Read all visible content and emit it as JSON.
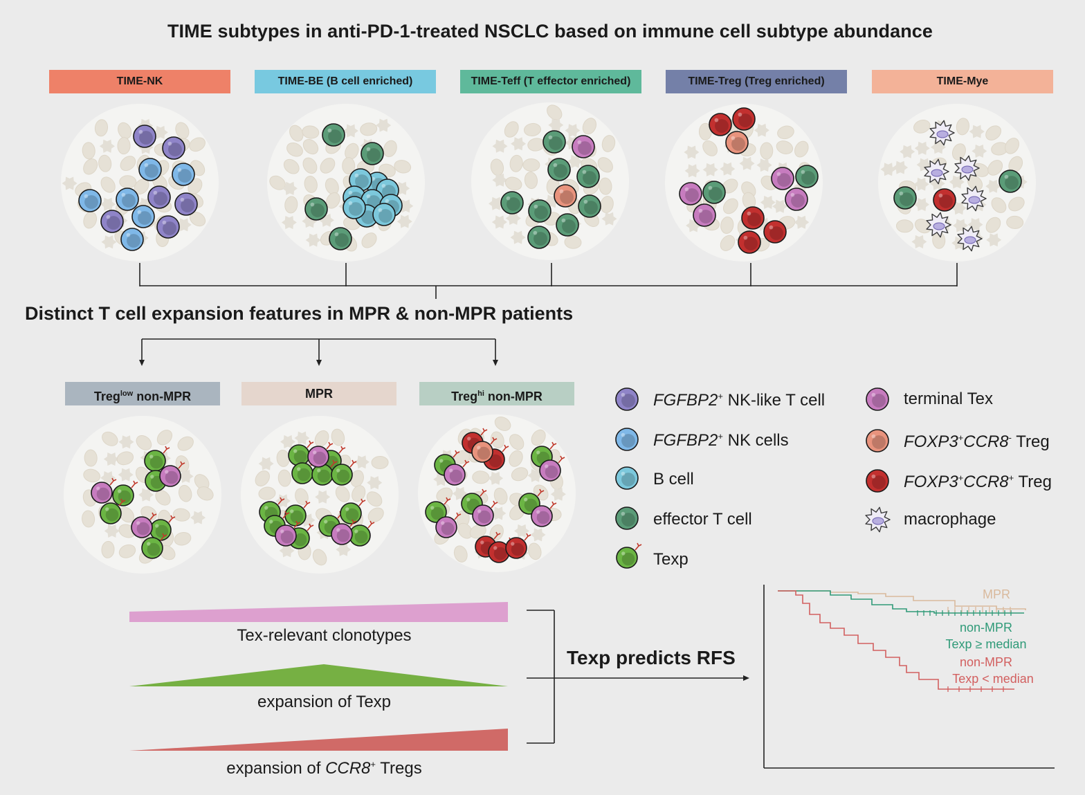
{
  "title": "TIME subtypes in anti-PD-1-treated NSCLC based on immune cell subtype abundance",
  "subtypes": [
    {
      "label": "TIME-NK",
      "color": "#ee8168"
    },
    {
      "label": "TIME-BE (B cell enriched)",
      "color": "#78c9e0"
    },
    {
      "label": "TIME-Teff (T effector enriched)",
      "color": "#5fb99b"
    },
    {
      "label": "TIME-Treg (Treg enriched)",
      "color": "#7480a8"
    },
    {
      "label": "TIME-Mye",
      "color": "#f3b298"
    }
  ],
  "section2_title": "Distinct T cell expansion features in MPR & non-MPR patients",
  "groups": [
    {
      "prefix": "Treg",
      "sup": "low",
      "suffix": " non-MPR",
      "color": "#aab5bf"
    },
    {
      "prefix": "MPR",
      "sup": "",
      "suffix": "",
      "color": "#e5d6cd"
    },
    {
      "prefix": "Treg",
      "sup": "hi",
      "suffix": " non-MPR",
      "color": "#b8cfc4"
    }
  ],
  "legend": [
    {
      "italic": "FGFBP2",
      "sup": "+",
      "text": " NK-like T cell",
      "icon": "nk-t-cell"
    },
    {
      "italic": "FGFBP2",
      "sup": "+",
      "text": " NK cells",
      "icon": "nk-cell"
    },
    {
      "italic": "",
      "sup": "",
      "text": "B cell",
      "icon": "b-cell"
    },
    {
      "italic": "",
      "sup": "",
      "text": "effector T cell",
      "icon": "effector-t-cell"
    },
    {
      "italic": "",
      "sup": "",
      "text": "Texp",
      "icon": "texp"
    },
    {
      "italic": "",
      "sup": "",
      "text": "terminal Tex",
      "icon": "terminal-tex"
    },
    {
      "italic": "FOXP3",
      "sup": "+",
      "italic2": "CCR8",
      "sup2": "-",
      "text": " Treg",
      "icon": "treg-ccr8-neg"
    },
    {
      "italic": "FOXP3",
      "sup": "+",
      "italic2": "CCR8",
      "sup2": "+",
      "text": " Treg",
      "icon": "treg-ccr8-pos"
    },
    {
      "italic": "",
      "sup": "",
      "text": "macrophage",
      "icon": "macrophage"
    }
  ],
  "trends": [
    {
      "text": "Tex-relevant clonotypes",
      "color": "#dda0cf"
    },
    {
      "text": "expansion of Texp",
      "color": "#76b043"
    },
    {
      "prefix": "expansion of ",
      "italic": "CCR8",
      "sup": "+",
      "suffix": " Tregs",
      "color": "#d06a67"
    }
  ],
  "predict_label": "Texp predicts RFS",
  "km_labels": {
    "mpr": "MPR",
    "nonmpr_high_1": "non-MPR",
    "nonmpr_high_2": "Texp ≥ median",
    "nonmpr_low_1": "non-MPR",
    "nonmpr_low_2": "Texp < median"
  },
  "colors": {
    "nk_t_cell": "#8f84c8",
    "nk_cell": "#7fb8e8",
    "b_cell": "#7cc8dc",
    "effector_t": "#5b9c78",
    "texp": "#6bb544",
    "terminal_tex": "#c77cbf",
    "treg_neg": "#e8937d",
    "treg_pos": "#c2302f",
    "macrophage": "#b8aee0",
    "km_mpr": "#d9b99c",
    "km_high": "#2f9a78",
    "km_low": "#d25f5f"
  }
}
